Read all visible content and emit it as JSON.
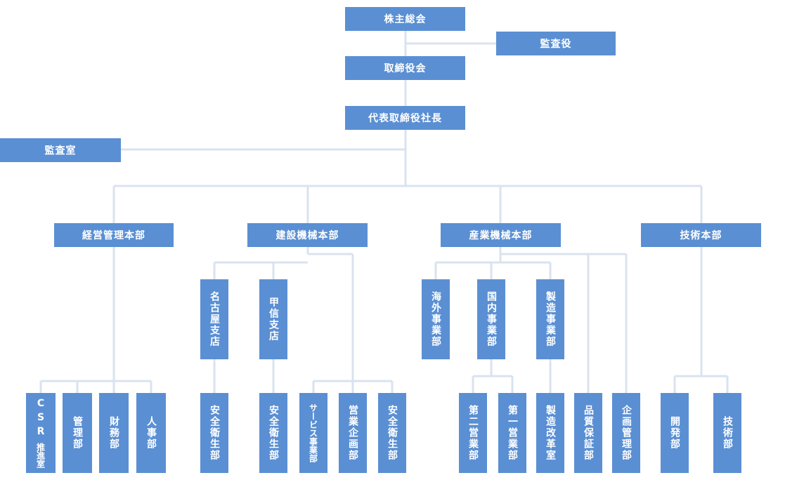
{
  "org": {
    "shareholders": "株主総会",
    "auditor": "監査役",
    "board": "取締役会",
    "president": "代表取締役社長",
    "audit_office": "監査室",
    "hq_management": "経営管理本部",
    "hq_construction": "建設機械本部",
    "hq_industrial": "産業機械本部",
    "hq_technology": "技術本部",
    "branch_nagoya": "名古屋支店",
    "branch_koshin": "甲信支店",
    "div_overseas": "海外事業部",
    "div_domestic": "国内事業部",
    "div_manufacturing": "製造事業部",
    "dept_csr_1": "CSR",
    "dept_csr_2": "推進室",
    "dept_admin": "管理部",
    "dept_finance": "財務部",
    "dept_hr": "人事部",
    "dept_safety_nagoya": "安全衛生部",
    "dept_safety_koshin": "安全衛生部",
    "dept_service": "サービス事業部",
    "dept_sales_planning": "営業企画部",
    "dept_safety_construction": "安全衛生部",
    "dept_sales_2": "第二営業部",
    "dept_sales_1": "第一営業部",
    "dept_manufacturing_reform": "製造改革室",
    "dept_quality": "品質保証部",
    "dept_planning_admin": "企画管理部",
    "dept_development": "開発部",
    "dept_engineering": "技術部"
  }
}
